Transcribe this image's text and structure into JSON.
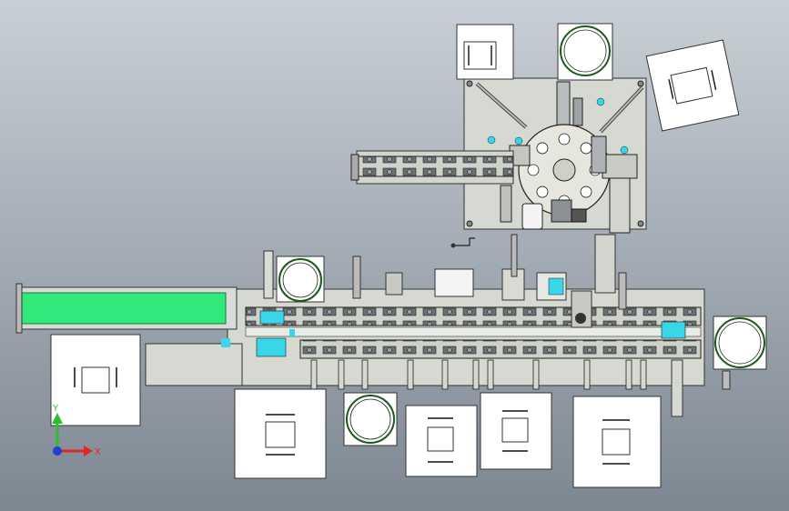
{
  "view": {
    "background_top": "#c9cfd6",
    "background_bottom": "#7d8792",
    "base_plate_color": "#d6d9d2",
    "conveyor_color": "#33e87a",
    "accent_cyan": "#38d6e6",
    "dark_line": "#2a2a2a"
  },
  "axis_triad": {
    "y_label": "Y",
    "x_label": "X",
    "y_color": "#2bbf2b",
    "x_color": "#e32424",
    "z_color": "#2040d0"
  },
  "components": {
    "rotary_table": "rotary-indexing-table",
    "linear_feeder": "linear-vibratory-feeder",
    "main_line": "main-assembly-line",
    "infeed_conveyor": "infeed-belt-conveyor"
  }
}
